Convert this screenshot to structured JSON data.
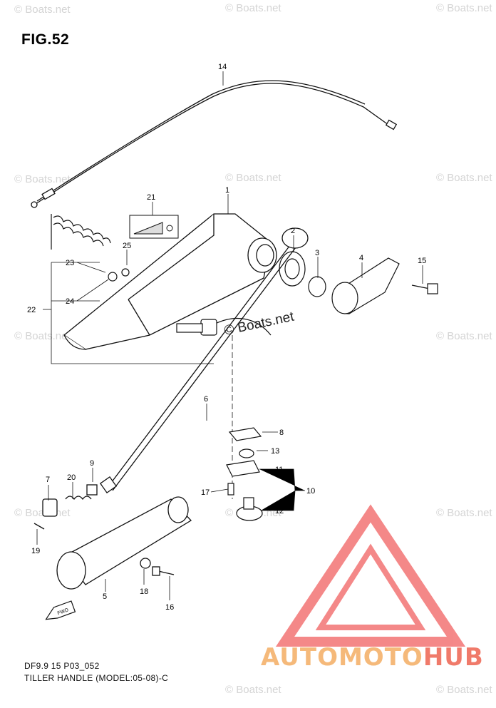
{
  "figure": {
    "title": "FIG.52"
  },
  "footer": {
    "code": "DF9.9 15 P03_052",
    "caption": "TILLER HANDLE (MODEL:05-08)-C"
  },
  "watermark": {
    "text": "© Boats.net"
  },
  "brand": {
    "part1": "AUTOMOTO",
    "part2": "HUB",
    "color1": "#f5b97a",
    "color2": "#f07a6a",
    "logo_color": "#f26b6b"
  },
  "callouts": [
    "1",
    "2",
    "3",
    "4",
    "5",
    "6",
    "7",
    "8",
    "9",
    "10",
    "11",
    "12",
    "13",
    "14",
    "15",
    "16",
    "17",
    "18",
    "19",
    "20",
    "21",
    "22",
    "23",
    "24",
    "25"
  ],
  "fwd_label": "FWD"
}
